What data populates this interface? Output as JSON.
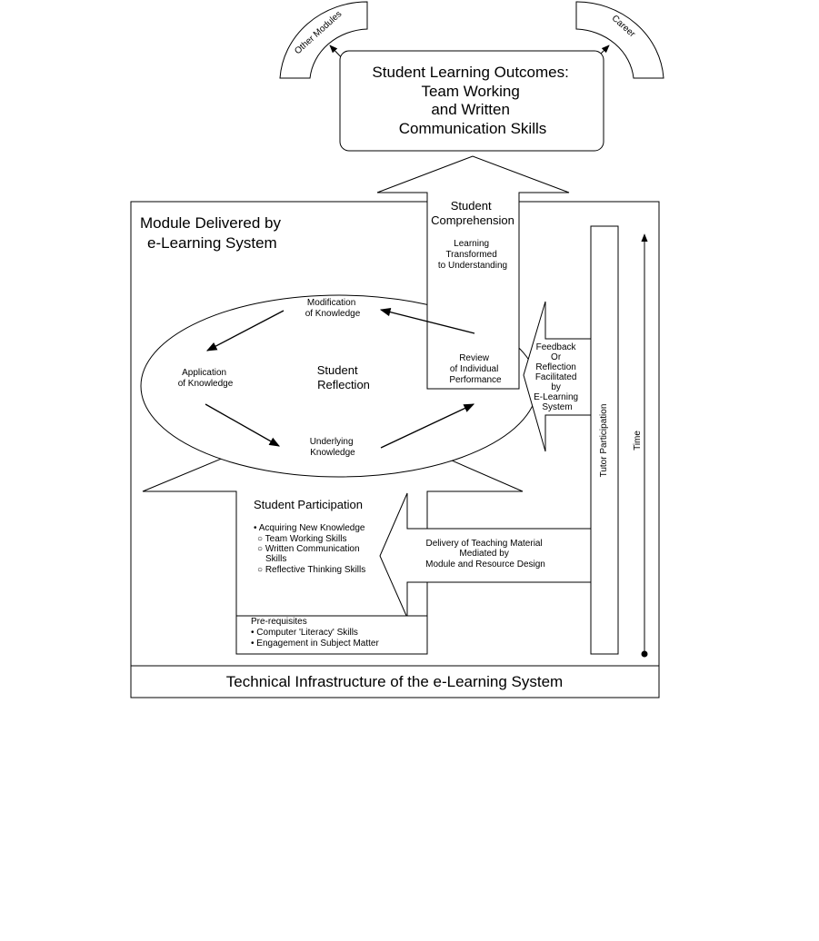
{
  "outcomes": {
    "title_lines": [
      "Student Learning Outcomes:",
      "Team Working",
      "and Written",
      "Communication Skills"
    ]
  },
  "side_arcs": {
    "left_label": "Other Modules",
    "right_label": "Career"
  },
  "module": {
    "title_lines": [
      "Module Delivered by",
      "e-Learning System"
    ]
  },
  "comprehension": {
    "title_lines": [
      "Student",
      "Comprehension"
    ],
    "sub_lines": [
      "Learning",
      "Transformed",
      "to Understanding"
    ]
  },
  "reflection_cycle": {
    "center_lines": [
      "Student",
      "Reflection"
    ],
    "modification_lines": [
      "Modification",
      "of Knowledge"
    ],
    "application_lines": [
      "Application",
      "of Knowledge"
    ],
    "underlying_lines": [
      "Underlying",
      "Knowledge"
    ],
    "review_lines": [
      "Review",
      "of Individual",
      "Performance"
    ]
  },
  "feedback": {
    "lines": [
      "Feedback",
      "Or",
      "Reflection",
      "Facilitated",
      "by",
      "E-Learning",
      "System"
    ]
  },
  "tutor": {
    "label": "Tutor  Participation"
  },
  "time": {
    "label": "Time"
  },
  "participation": {
    "title": "Student Participation",
    "items": [
      "• Acquiring New Knowledge",
      "○ Team Working Skills",
      "○ Written Communication",
      "Skills",
      "○ Reflective Thinking Skills"
    ]
  },
  "delivery": {
    "lines": [
      "Delivery of Teaching Material",
      "Mediated by",
      "Module and Resource Design"
    ]
  },
  "prerequisites": {
    "title": "Pre-requisites",
    "items": [
      "• Computer 'Literacy' Skills",
      "• Engagement in Subject Matter"
    ]
  },
  "infrastructure": {
    "label": "Technical Infrastructure of the e-Learning System"
  }
}
